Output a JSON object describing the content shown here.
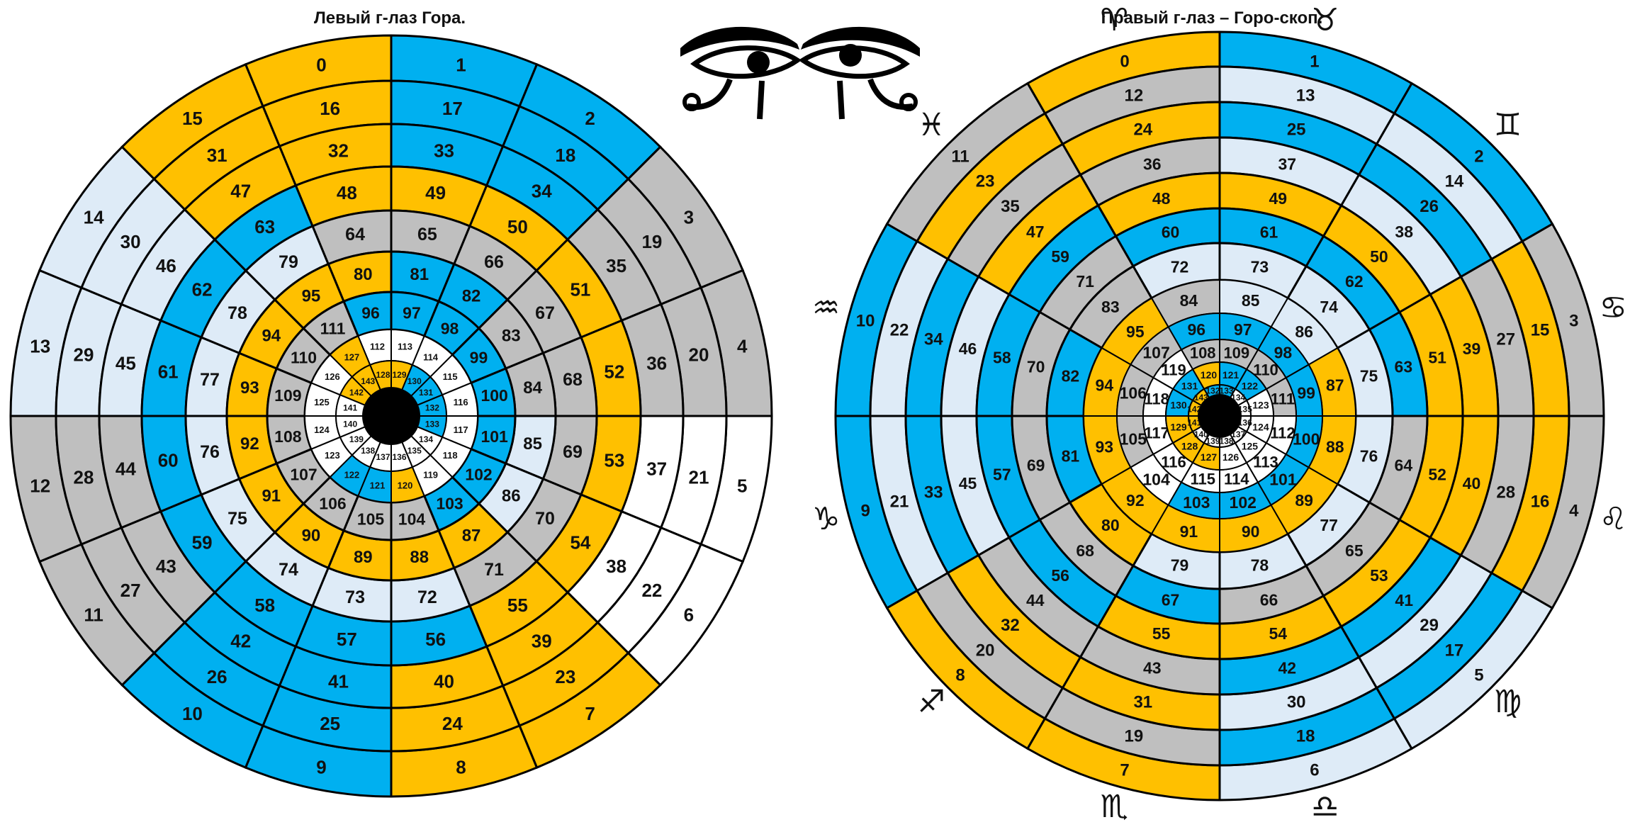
{
  "titles": {
    "left": "Левый г-лаз Гора.",
    "right": "Правый г-лаз – Горо-скоп."
  },
  "colors": {
    "orange": "#FFC000",
    "blue": "#00B0F0",
    "gray": "#BFBFBF",
    "lightblue": "#DEEBF7",
    "white": "#FFFFFF",
    "black": "#000000"
  },
  "icons": [
    "eye-of-horus-left-icon",
    "eye-of-horus-right-icon"
  ],
  "left_wheel": {
    "rings": [
      {
        "cells": [
          [
            "0",
            "o"
          ],
          [
            "1",
            "b"
          ],
          [
            "2",
            "b"
          ],
          [
            "3",
            "g"
          ],
          [
            "4",
            "g"
          ],
          [
            "5",
            "w"
          ],
          [
            "6",
            "w"
          ],
          [
            "7",
            "o"
          ],
          [
            "8",
            "o"
          ],
          [
            "9",
            "b"
          ],
          [
            "10",
            "b"
          ],
          [
            "11",
            "g"
          ],
          [
            "12",
            "g"
          ],
          [
            "13",
            "l"
          ],
          [
            "14",
            "l"
          ],
          [
            "15",
            "o"
          ]
        ]
      },
      {
        "cells": [
          [
            "16",
            "o"
          ],
          [
            "17",
            "b"
          ],
          [
            "18",
            "b"
          ],
          [
            "19",
            "g"
          ],
          [
            "20",
            "g"
          ],
          [
            "21",
            "w"
          ],
          [
            "22",
            "w"
          ],
          [
            "23",
            "o"
          ],
          [
            "24",
            "o"
          ],
          [
            "25",
            "b"
          ],
          [
            "26",
            "b"
          ],
          [
            "27",
            "g"
          ],
          [
            "28",
            "g"
          ],
          [
            "29",
            "l"
          ],
          [
            "30",
            "l"
          ],
          [
            "31",
            "o"
          ]
        ]
      },
      {
        "cells": [
          [
            "32",
            "o"
          ],
          [
            "33",
            "b"
          ],
          [
            "34",
            "b"
          ],
          [
            "35",
            "g"
          ],
          [
            "36",
            "g"
          ],
          [
            "37",
            "w"
          ],
          [
            "38",
            "w"
          ],
          [
            "39",
            "o"
          ],
          [
            "40",
            "o"
          ],
          [
            "41",
            "b"
          ],
          [
            "42",
            "b"
          ],
          [
            "43",
            "g"
          ],
          [
            "44",
            "g"
          ],
          [
            "45",
            "l"
          ],
          [
            "46",
            "l"
          ],
          [
            "47",
            "o"
          ]
        ]
      },
      {
        "cells": [
          [
            "48",
            "o"
          ],
          [
            "49",
            "o"
          ],
          [
            "50",
            "o"
          ],
          [
            "51",
            "o"
          ],
          [
            "52",
            "o"
          ],
          [
            "53",
            "o"
          ],
          [
            "54",
            "o"
          ],
          [
            "55",
            "o"
          ],
          [
            "56",
            "b"
          ],
          [
            "57",
            "b"
          ],
          [
            "58",
            "b"
          ],
          [
            "59",
            "b"
          ],
          [
            "60",
            "b"
          ],
          [
            "61",
            "b"
          ],
          [
            "62",
            "b"
          ],
          [
            "63",
            "b"
          ]
        ]
      },
      {
        "cells": [
          [
            "64",
            "g"
          ],
          [
            "65",
            "g"
          ],
          [
            "66",
            "g"
          ],
          [
            "67",
            "g"
          ],
          [
            "68",
            "g"
          ],
          [
            "69",
            "g"
          ],
          [
            "70",
            "g"
          ],
          [
            "71",
            "g"
          ],
          [
            "72",
            "l"
          ],
          [
            "73",
            "l"
          ],
          [
            "74",
            "l"
          ],
          [
            "75",
            "l"
          ],
          [
            "76",
            "l"
          ],
          [
            "77",
            "l"
          ],
          [
            "78",
            "l"
          ],
          [
            "79",
            "l"
          ]
        ]
      },
      {
        "cells": [
          [
            "80",
            "o"
          ],
          [
            "81",
            "b"
          ],
          [
            "82",
            "b"
          ],
          [
            "83",
            "g"
          ],
          [
            "84",
            "g"
          ],
          [
            "85",
            "l"
          ],
          [
            "86",
            "l"
          ],
          [
            "87",
            "o"
          ],
          [
            "88",
            "o"
          ],
          [
            "89",
            "o"
          ],
          [
            "90",
            "o"
          ],
          [
            "91",
            "o"
          ],
          [
            "92",
            "o"
          ],
          [
            "93",
            "o"
          ],
          [
            "94",
            "o"
          ],
          [
            "95",
            "o"
          ]
        ]
      },
      {
        "cells": [
          [
            "96",
            "b"
          ],
          [
            "97",
            "b"
          ],
          [
            "98",
            "b"
          ],
          [
            "99",
            "b"
          ],
          [
            "100",
            "b"
          ],
          [
            "101",
            "b"
          ],
          [
            "102",
            "b"
          ],
          [
            "103",
            "b"
          ],
          [
            "104",
            "g"
          ],
          [
            "105",
            "g"
          ],
          [
            "106",
            "g"
          ],
          [
            "107",
            "g"
          ],
          [
            "108",
            "g"
          ],
          [
            "109",
            "g"
          ],
          [
            "110",
            "g"
          ],
          [
            "111",
            "g"
          ]
        ]
      },
      {
        "cells": [
          [
            "112",
            "w"
          ],
          [
            "113",
            "w"
          ],
          [
            "114",
            "w"
          ],
          [
            "115",
            "w"
          ],
          [
            "116",
            "w"
          ],
          [
            "117",
            "w"
          ],
          [
            "118",
            "w"
          ],
          [
            "119",
            "w"
          ],
          [
            "120",
            "o"
          ],
          [
            "121",
            "b"
          ],
          [
            "122",
            "b"
          ],
          [
            "123",
            "w"
          ],
          [
            "124",
            "w"
          ],
          [
            "125",
            "w"
          ],
          [
            "126",
            "w"
          ],
          [
            "127",
            "o"
          ]
        ]
      },
      {
        "cells": [
          [
            "128",
            "o"
          ],
          [
            "129",
            "o"
          ],
          [
            "130",
            "b"
          ],
          [
            "131",
            "b"
          ],
          [
            "132",
            "b"
          ],
          [
            "133",
            "b"
          ],
          [
            "134",
            "w"
          ],
          [
            "135",
            "w"
          ],
          [
            "136",
            "w"
          ],
          [
            "137",
            "w"
          ],
          [
            "138",
            "w"
          ],
          [
            "139",
            "w"
          ],
          [
            "140",
            "w"
          ],
          [
            "141",
            "w"
          ],
          [
            "142",
            "o"
          ],
          [
            "143",
            "o"
          ]
        ]
      }
    ]
  },
  "right_wheel": {
    "zodiac": [
      {
        "glyph": "♈",
        "name": "aries-icon"
      },
      {
        "glyph": "♓",
        "name": "pisces-icon"
      },
      {
        "glyph": "♒",
        "name": "aquarius-icon"
      },
      {
        "glyph": "♑",
        "name": "capricorn-icon"
      },
      {
        "glyph": "♐",
        "name": "sagittarius-icon"
      },
      {
        "glyph": "♏",
        "name": "scorpio-icon"
      },
      {
        "glyph": "♎",
        "name": "libra-icon"
      },
      {
        "glyph": "♍",
        "name": "virgo-icon"
      },
      {
        "glyph": "♌",
        "name": "leo-icon"
      },
      {
        "glyph": "♋",
        "name": "cancer-icon"
      },
      {
        "glyph": "♊",
        "name": "gemini-icon"
      },
      {
        "glyph": "♉",
        "name": "taurus-icon"
      }
    ],
    "rings": [
      {
        "cells": [
          [
            "0",
            "o"
          ],
          [
            "11",
            "g"
          ],
          [
            "10",
            "b"
          ],
          [
            "9",
            "b"
          ],
          [
            "8",
            "o"
          ],
          [
            "7",
            "o"
          ],
          [
            "6",
            "l"
          ],
          [
            "5",
            "l"
          ],
          [
            "4",
            "g"
          ],
          [
            "3",
            "g"
          ],
          [
            "2",
            "b"
          ],
          [
            "1",
            "b"
          ]
        ]
      },
      {
        "cells": [
          [
            "12",
            "g"
          ],
          [
            "23",
            "o"
          ],
          [
            "22",
            "l"
          ],
          [
            "21",
            "l"
          ],
          [
            "20",
            "g"
          ],
          [
            "19",
            "g"
          ],
          [
            "18",
            "b"
          ],
          [
            "17",
            "b"
          ],
          [
            "16",
            "o"
          ],
          [
            "15",
            "o"
          ],
          [
            "14",
            "l"
          ],
          [
            "13",
            "l"
          ]
        ]
      },
      {
        "cells": [
          [
            "24",
            "o"
          ],
          [
            "35",
            "g"
          ],
          [
            "34",
            "b"
          ],
          [
            "33",
            "b"
          ],
          [
            "32",
            "o"
          ],
          [
            "31",
            "o"
          ],
          [
            "30",
            "l"
          ],
          [
            "29",
            "l"
          ],
          [
            "28",
            "g"
          ],
          [
            "27",
            "g"
          ],
          [
            "26",
            "b"
          ],
          [
            "25",
            "b"
          ]
        ]
      },
      {
        "cells": [
          [
            "36",
            "g"
          ],
          [
            "47",
            "o"
          ],
          [
            "46",
            "l"
          ],
          [
            "45",
            "l"
          ],
          [
            "44",
            "g"
          ],
          [
            "43",
            "g"
          ],
          [
            "42",
            "b"
          ],
          [
            "41",
            "b"
          ],
          [
            "40",
            "o"
          ],
          [
            "39",
            "o"
          ],
          [
            "38",
            "l"
          ],
          [
            "37",
            "l"
          ]
        ]
      },
      {
        "cells": [
          [
            "48",
            "o"
          ],
          [
            "59",
            "b"
          ],
          [
            "58",
            "b"
          ],
          [
            "57",
            "b"
          ],
          [
            "56",
            "b"
          ],
          [
            "55",
            "o"
          ],
          [
            "54",
            "o"
          ],
          [
            "53",
            "o"
          ],
          [
            "52",
            "o"
          ],
          [
            "51",
            "o"
          ],
          [
            "50",
            "o"
          ],
          [
            "49",
            "o"
          ]
        ]
      },
      {
        "cells": [
          [
            "60",
            "b"
          ],
          [
            "71",
            "g"
          ],
          [
            "70",
            "g"
          ],
          [
            "69",
            "g"
          ],
          [
            "68",
            "g"
          ],
          [
            "67",
            "b"
          ],
          [
            "66",
            "g"
          ],
          [
            "65",
            "g"
          ],
          [
            "64",
            "g"
          ],
          [
            "63",
            "b"
          ],
          [
            "62",
            "b"
          ],
          [
            "61",
            "b"
          ]
        ]
      },
      {
        "cells": [
          [
            "72",
            "l"
          ],
          [
            "83",
            "g"
          ],
          [
            "82",
            "b"
          ],
          [
            "81",
            "b"
          ],
          [
            "80",
            "o"
          ],
          [
            "79",
            "l"
          ],
          [
            "78",
            "l"
          ],
          [
            "77",
            "l"
          ],
          [
            "76",
            "l"
          ],
          [
            "75",
            "l"
          ],
          [
            "74",
            "l"
          ],
          [
            "73",
            "l"
          ]
        ]
      },
      {
        "cells": [
          [
            "84",
            "g"
          ],
          [
            "95",
            "o"
          ],
          [
            "94",
            "o"
          ],
          [
            "93",
            "o"
          ],
          [
            "92",
            "o"
          ],
          [
            "91",
            "o"
          ],
          [
            "90",
            "o"
          ],
          [
            "89",
            "o"
          ],
          [
            "88",
            "o"
          ],
          [
            "87",
            "o"
          ],
          [
            "86",
            "l"
          ],
          [
            "85",
            "l"
          ]
        ]
      },
      {
        "cells": [
          [
            "96",
            "b"
          ],
          [
            "107",
            "g"
          ],
          [
            "106",
            "g"
          ],
          [
            "105",
            "g"
          ],
          [
            "104",
            "w"
          ],
          [
            "103",
            "b"
          ],
          [
            "102",
            "b"
          ],
          [
            "101",
            "b"
          ],
          [
            "100",
            "b"
          ],
          [
            "99",
            "b"
          ],
          [
            "98",
            "b"
          ],
          [
            "97",
            "b"
          ]
        ]
      },
      {
        "cells": [
          [
            "108",
            "g"
          ],
          [
            "119",
            "w"
          ],
          [
            "118",
            "w"
          ],
          [
            "117",
            "w"
          ],
          [
            "116",
            "w"
          ],
          [
            "115",
            "w"
          ],
          [
            "114",
            "w"
          ],
          [
            "113",
            "w"
          ],
          [
            "112",
            "w"
          ],
          [
            "111",
            "g"
          ],
          [
            "110",
            "g"
          ],
          [
            "109",
            "g"
          ]
        ]
      },
      {
        "cells": [
          [
            "120",
            "o"
          ],
          [
            "131",
            "b"
          ],
          [
            "130",
            "b"
          ],
          [
            "129",
            "o"
          ],
          [
            "128",
            "o"
          ],
          [
            "127",
            "o"
          ],
          [
            "126",
            "w"
          ],
          [
            "125",
            "w"
          ],
          [
            "124",
            "w"
          ],
          [
            "123",
            "w"
          ],
          [
            "122",
            "b"
          ],
          [
            "121",
            "b"
          ]
        ]
      },
      {
        "cells": [
          [
            "132",
            "b"
          ],
          [
            "143",
            "o"
          ],
          [
            "142",
            "o"
          ],
          [
            "141",
            "o"
          ],
          [
            "140",
            "w"
          ],
          [
            "139",
            "w"
          ],
          [
            "138",
            "w"
          ],
          [
            "137",
            "w"
          ],
          [
            "136",
            "w"
          ],
          [
            "135",
            "w"
          ],
          [
            "134",
            "w"
          ],
          [
            "133",
            "b"
          ]
        ]
      }
    ]
  }
}
